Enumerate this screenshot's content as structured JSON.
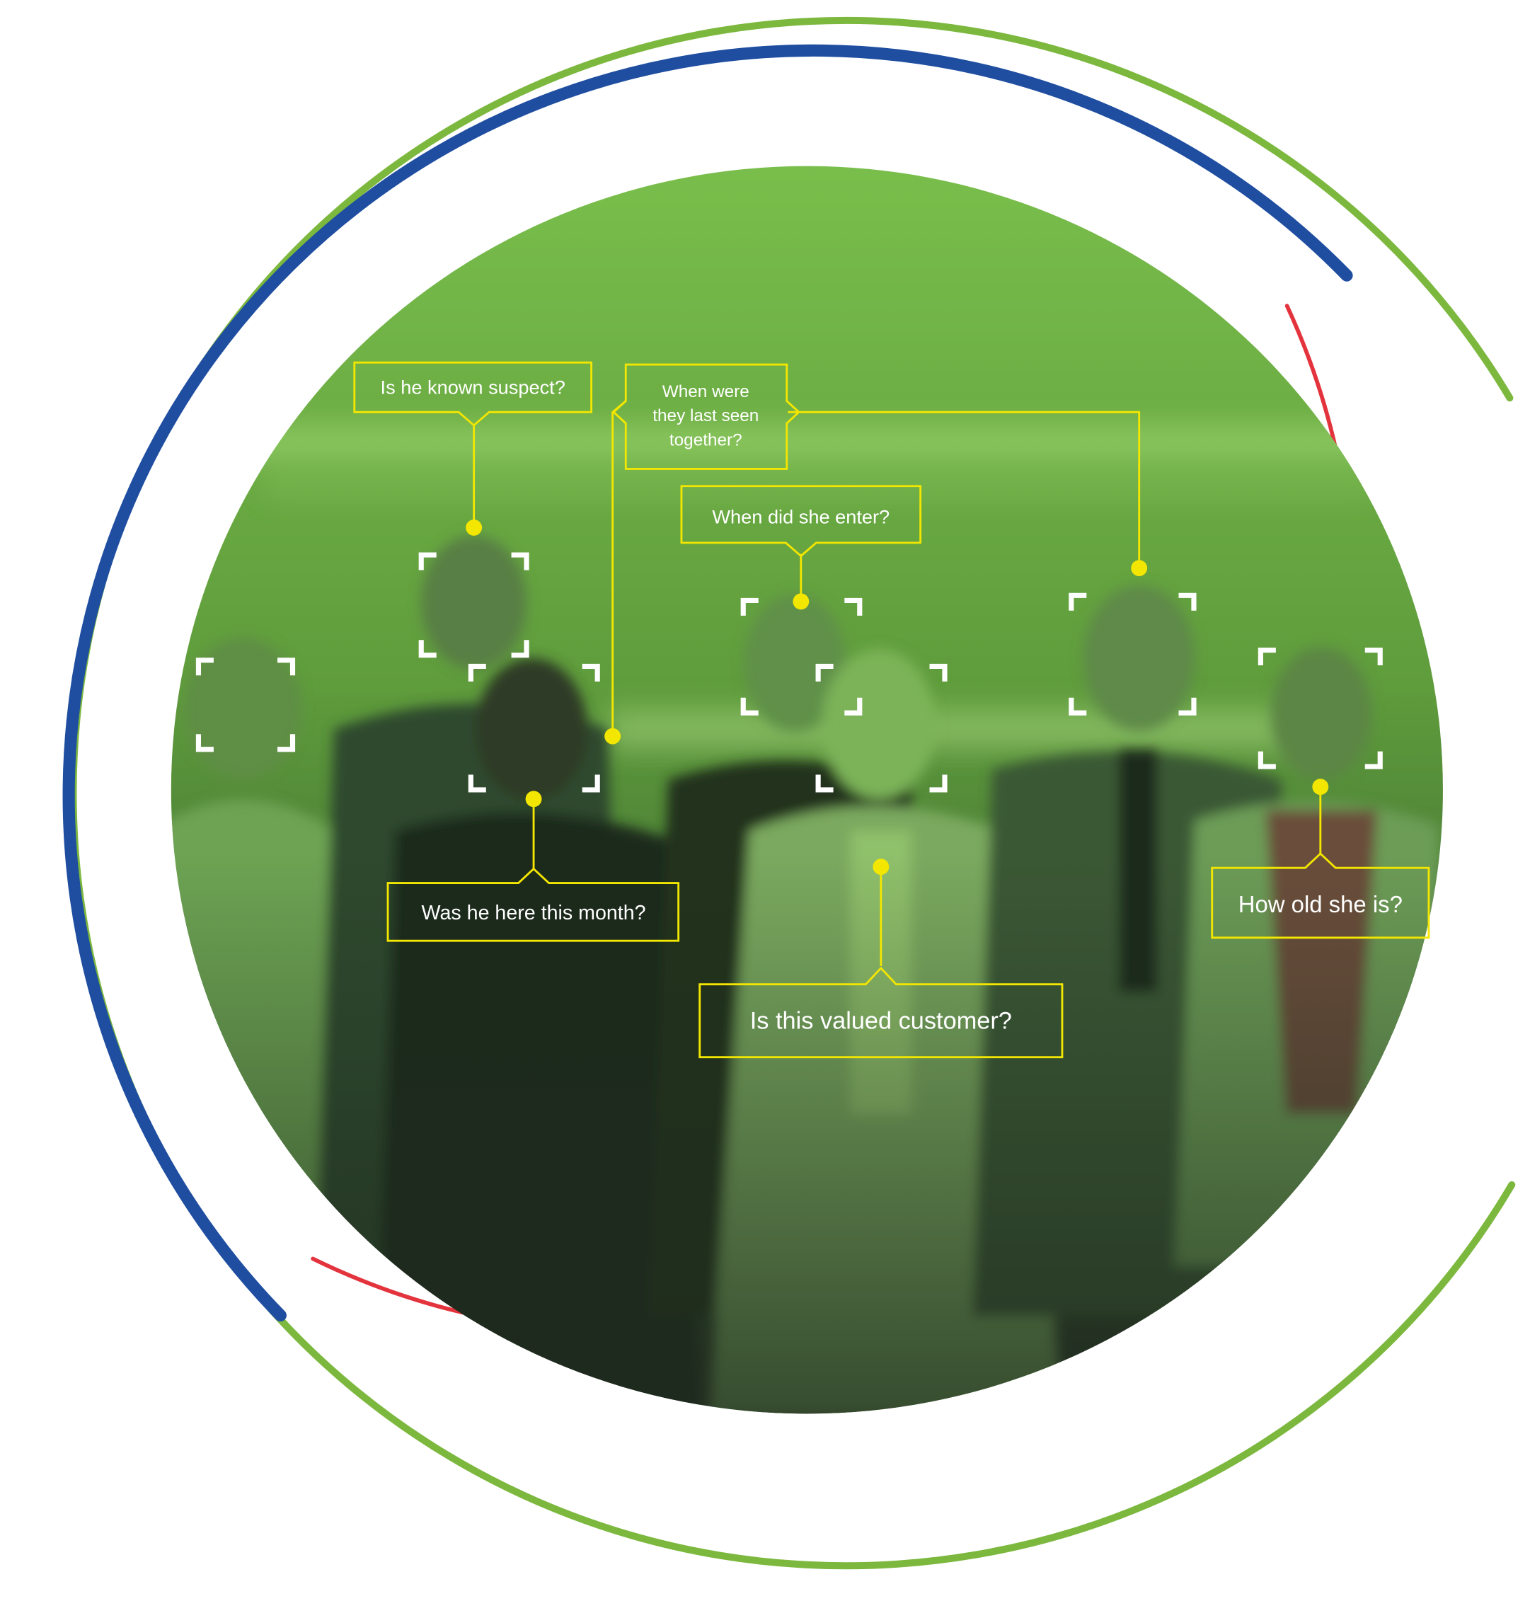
{
  "colors": {
    "outer_ring": "#7cb83e",
    "inner_ring": "#1f4ea1",
    "accent_ring": "#e3343d",
    "connector": "#f3e600",
    "face_bracket": "#ffffff",
    "photo_top": "#7abf4c",
    "photo_bottom": "#2b3328"
  },
  "questions": {
    "known_suspect": "Is he known suspect?",
    "last_seen_line1": "When were",
    "last_seen_line2": "they last seen",
    "last_seen_line3": "together?",
    "she_enter": "When did she enter?",
    "here_month": "Was he here this month?",
    "valued_customer": "Is this valued customer?",
    "how_old": "How old she is?"
  },
  "icons": {
    "face_bracket": "face-detection-bracket-icon",
    "anchor": "yellow-dot-icon"
  }
}
